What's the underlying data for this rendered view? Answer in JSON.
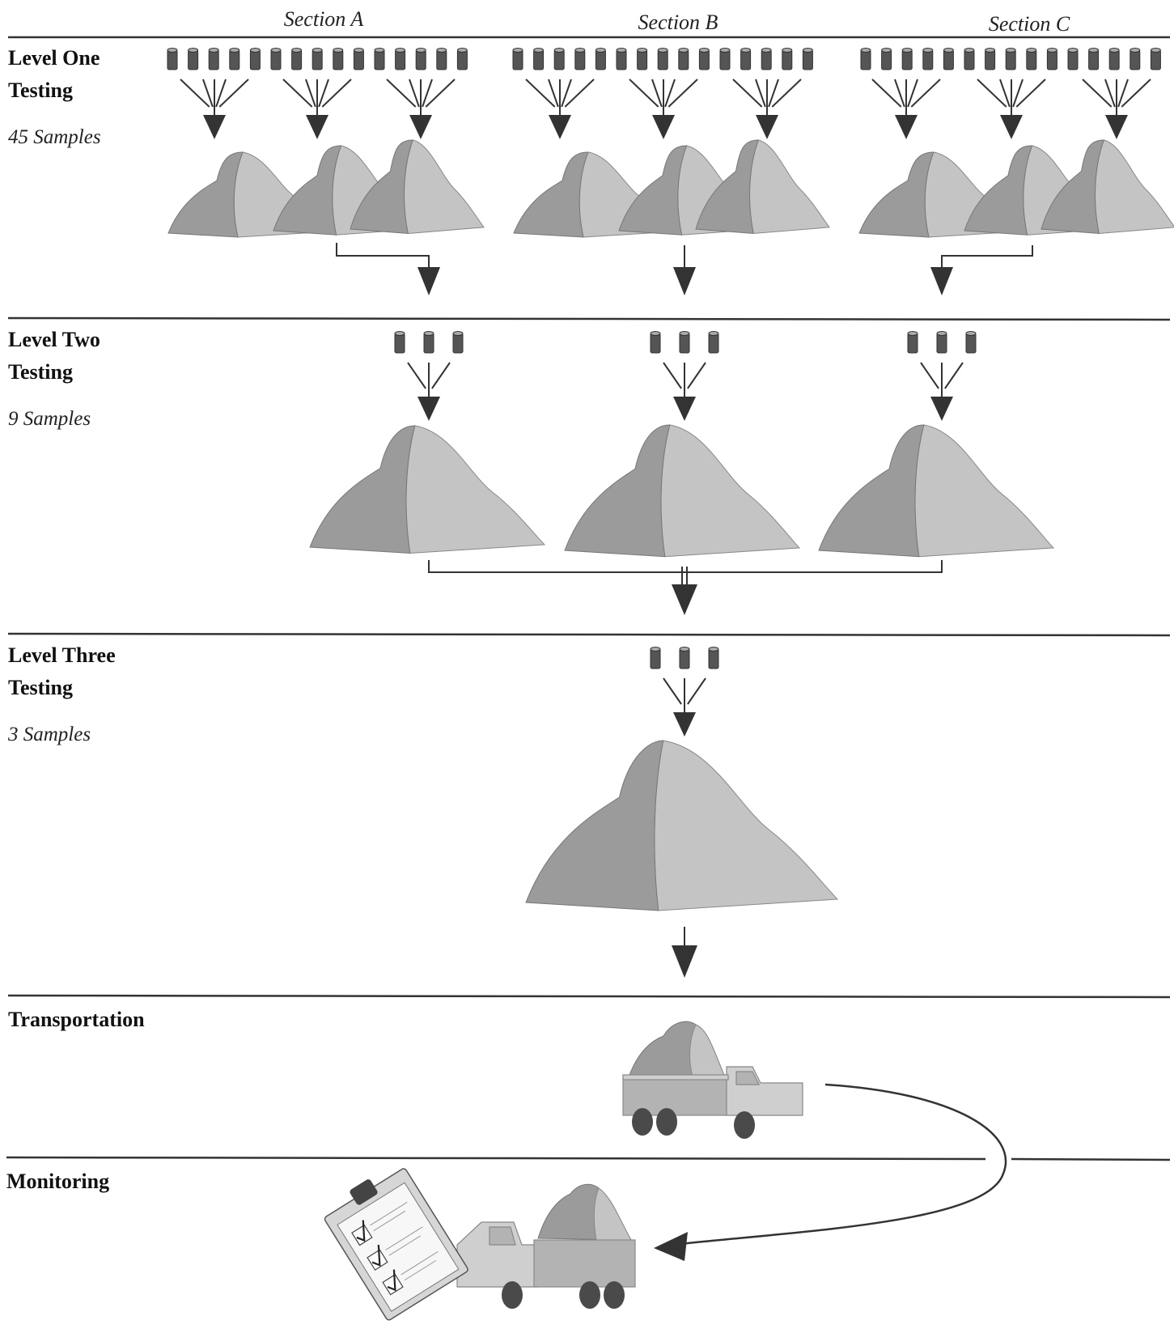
{
  "sections": [
    "Section A",
    "Section B",
    "Section C"
  ],
  "levels": [
    {
      "title_line1": "Level One",
      "title_line2": "Testing",
      "count": "45 Samples"
    },
    {
      "title_line1": "Level Two",
      "title_line2": "Testing",
      "count": "9 Samples"
    },
    {
      "title_line1": "Level Three",
      "title_line2": "Testing",
      "count": "3 Samples"
    }
  ],
  "stages": {
    "transportation": "Transportation",
    "monitoring": "Monitoring"
  },
  "icons": {
    "sample": "sample-canister-icon",
    "pile": "stockpile-icon",
    "truck": "dump-truck-icon",
    "clipboard": "clipboard-checklist-icon"
  }
}
